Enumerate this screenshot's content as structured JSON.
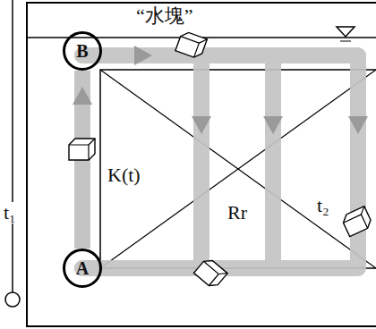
{
  "diagram": {
    "nodes": [
      {
        "text": [
          "B"
        ]
      },
      {
        "text": [
          "A"
        ]
      }
    ],
    "edges": [
      {
        "from": 1,
        "to": 0,
        "arrow": "to"
      }
    ],
    "labels": [
      "“水塊”",
      "t₁",
      "K(t)",
      "Rr",
      "t₂"
    ]
  }
}
